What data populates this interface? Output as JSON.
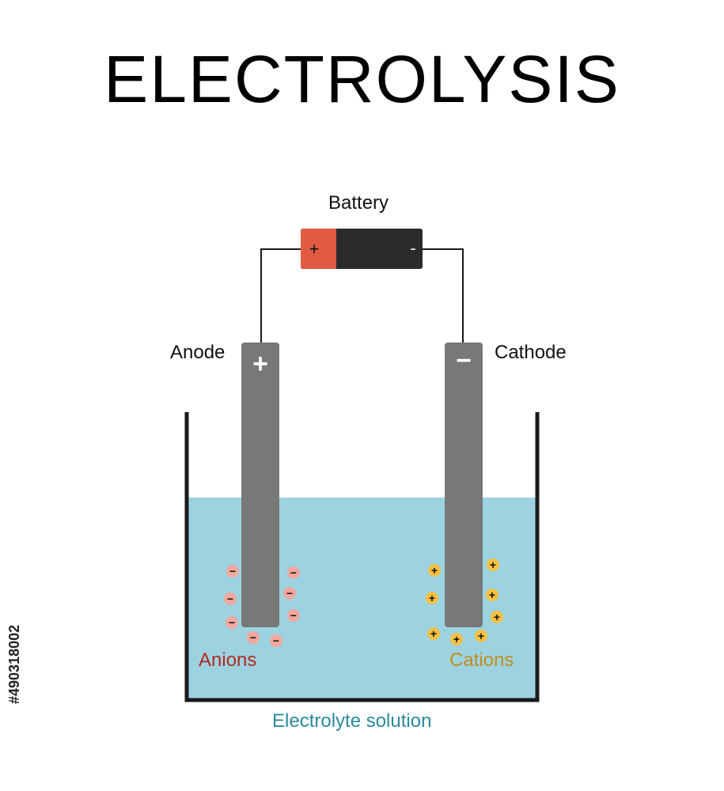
{
  "title": "ELECTROLYSIS",
  "labels": {
    "battery": "Battery",
    "anode": "Anode",
    "cathode": "Cathode",
    "anions": "Anions",
    "cations": "Cations",
    "electrolyte": "Electrolyte solution"
  },
  "battery": {
    "positive": "+",
    "negative": "-"
  },
  "electrodes": {
    "anode_sign": "+",
    "cathode_sign": "−"
  },
  "ions": {
    "anion_sign": "−",
    "cation_sign": "+"
  },
  "stock_id": "#490318002",
  "colors": {
    "battery_positive": "#e05a44",
    "battery_negative": "#2b2b2b",
    "electrode": "#787878",
    "solution": "#9dd3e0",
    "anion_fill": "#f2a7a0",
    "cation_fill": "#f5c044",
    "anions_text": "#b22a22",
    "cations_text": "#c08e1e",
    "electrolyte_text": "#2b8a9c"
  }
}
